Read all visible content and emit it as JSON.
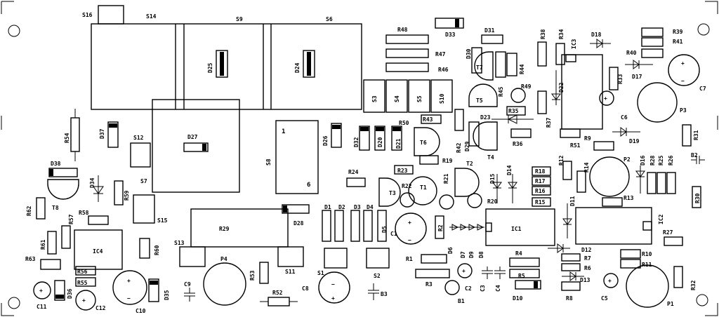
{
  "board": {
    "labels": {
      "S16": "S16",
      "S14": "S14",
      "S9": "S9",
      "S6": "S6",
      "D25": "D25",
      "D24": "D24",
      "D27": "D27",
      "S12": "S12",
      "S7": "S7",
      "S15": "S15",
      "S13": "S13",
      "S11": "S11",
      "S8": "S8",
      "D26": "D26",
      "pin1": "1",
      "pin6": "6",
      "D37": "D37",
      "R54": "R54",
      "D38": "D38",
      "T8": "T8",
      "D34": "D34",
      "R59": "R59",
      "R62": "R62",
      "R58": "R58",
      "R57": "R57",
      "R61": "R61",
      "IC4": "IC4",
      "R60": "R60",
      "R63": "R63",
      "R56": "R56",
      "R55": "R55",
      "C11": "C11",
      "D36": "D36",
      "C12": "C12",
      "C10": "C10",
      "D35": "D35",
      "C9": "C9",
      "P4": "P4",
      "R53": "R53",
      "R52": "R52",
      "C8": "C8",
      "R29": "R29",
      "D28": "D28",
      "R48": "R48",
      "D33": "D33",
      "R47": "R47",
      "R46": "R46",
      "D31": "D31",
      "D30": "D30",
      "T7": "T7",
      "R44": "R44",
      "R45": "R45",
      "R49": "R49",
      "T5": "T5",
      "R35": "R35",
      "S3": "S3",
      "S4": "S4",
      "S5": "S5",
      "S10": "S10",
      "R43": "R43",
      "R50": "R50",
      "T6": "T6",
      "D32": "D32",
      "D20": "D20",
      "D21": "D21",
      "R42": "R42",
      "D29": "D29",
      "D23": "D23",
      "T4": "T4",
      "R36": "R36",
      "R19": "R19",
      "R24": "R24",
      "R23": "R23",
      "R22": "R22",
      "R21": "R21",
      "T2": "T2",
      "T3": "T3",
      "T1": "T1",
      "D15": "D15",
      "D14": "D14",
      "R18": "R18",
      "R17": "R17",
      "R16": "R16",
      "R15": "R15",
      "R20": "R20",
      "D1": "D1",
      "D2": "D2",
      "D3": "D3",
      "D4": "D4",
      "D5": "D5",
      "C1": "C1",
      "R2": "R2",
      "D6": "D6",
      "D7": "D7",
      "D9": "D9",
      "D8": "D8",
      "IC1": "IC1",
      "R1": "R1",
      "R3": "R3",
      "C2": "C2",
      "C3": "C3",
      "C4": "C4",
      "B1": "B1",
      "R4": "R4",
      "R5": "R5",
      "D10": "D10",
      "S1": "S1",
      "S2": "S2",
      "B3": "B3",
      "R38": "R38",
      "R34": "R34",
      "IC3": "IC3",
      "D18": "D18",
      "R39": "R39",
      "R41": "R41",
      "R40": "R40",
      "D17": "D17",
      "C7": "C7",
      "R33": "R33",
      "D22": "D22",
      "R37": "R37",
      "C6": "C6",
      "P3": "P3",
      "R9": "R9",
      "R51": "R51",
      "D19": "D19",
      "R31": "R31",
      "B2": "B2",
      "R12": "R12",
      "R14": "R14",
      "P2": "P2",
      "D16": "D16",
      "R28": "R28",
      "R25": "R25",
      "R26": "R26",
      "R30": "R30",
      "R13": "R13",
      "D11": "D11",
      "IC2": "IC2",
      "R27": "R27",
      "D12": "D12",
      "R7": "R7",
      "R6": "R6",
      "D13": "D13",
      "R10": "R10",
      "R11": "R11",
      "R8": "R8",
      "C5": "C5",
      "P1": "P1",
      "R32": "R32",
      "plus": "+",
      "minus": "−"
    }
  }
}
